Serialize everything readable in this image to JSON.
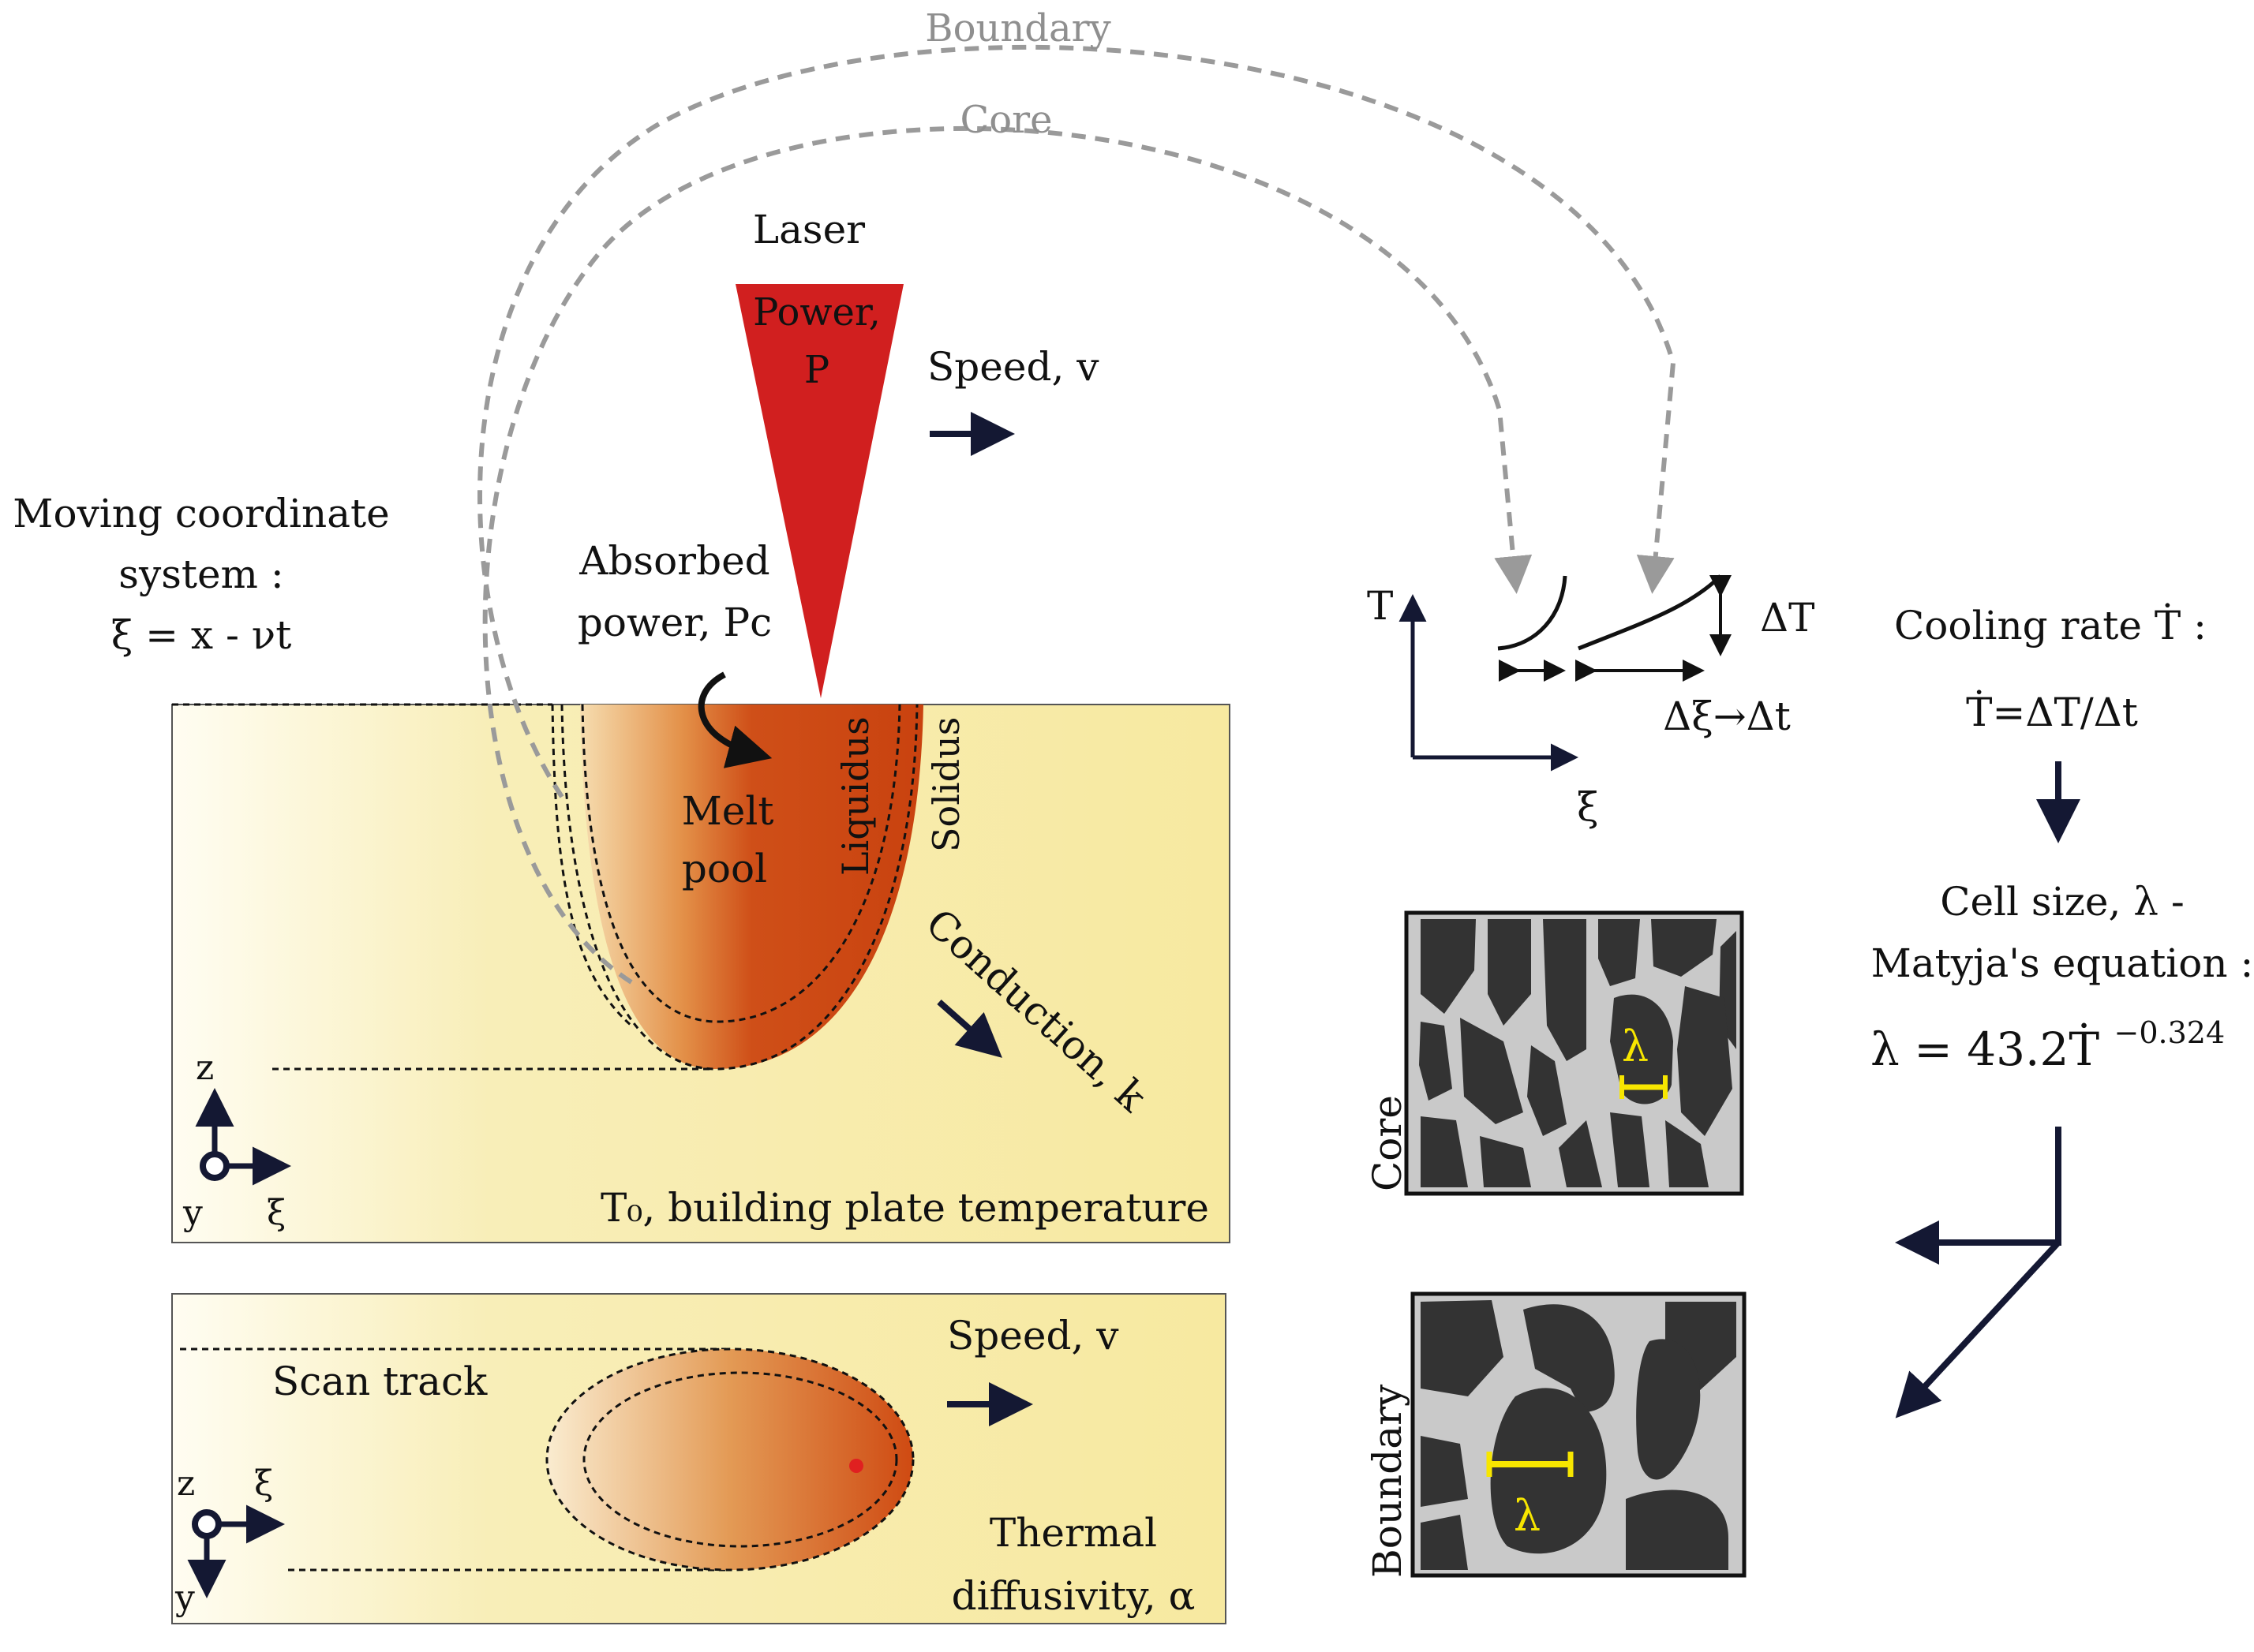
{
  "colors": {
    "plate_light": "#f7e9a0",
    "plate_white": "#fffdf2",
    "melt_dark": "#cf4a12",
    "melt_mid": "#d97a34",
    "melt_light": "#f3d6a4",
    "laser": "#d11f1f",
    "arrow_navy": "#141833",
    "dashed_gray": "#9a9a9a",
    "grain_dark": "#333333",
    "grain_bg": "#c9c9c9",
    "lambda_yellow": "#f7e600"
  },
  "labels": {
    "boundary_arc": "Boundary",
    "core_arc": "Core",
    "laser_title": "Laser",
    "laser_power_1": "Power,",
    "laser_power_2": "P",
    "speed_top": "Speed, v",
    "moving_1": "Moving coordinate",
    "moving_2": "system :",
    "moving_3": "ξ = x - νt",
    "absorbed_1": "Absorbed",
    "absorbed_2": "power, Pc",
    "melt_1": "Melt",
    "melt_2": "pool",
    "liquidus": "Liquidus",
    "solidus": "Solidus",
    "conduction": "Conduction, k",
    "axis_z": "z",
    "axis_y": "y",
    "axis_xi": "ξ",
    "t0_label": "T₀, building plate temperature",
    "scan_track": "Scan track",
    "speed_bottom": "Speed, v",
    "thermal_1": "Thermal",
    "thermal_2": "diffusivity, α",
    "graph_T": "T",
    "graph_xi": "ξ",
    "delta_T": "ΔT",
    "delta_xi": "Δξ→Δt",
    "cooling_1": "Cooling rate Ṫ :",
    "cooling_2": "Ṫ=ΔT/Δt",
    "cell_1": "Cell size, λ  -",
    "cell_2": "Matyja's equation :",
    "equation": "λ = 43.2Ṫ",
    "equation_exp": "−0.324",
    "micro_core": "Core",
    "micro_boundary": "Boundary",
    "lambda": "λ"
  }
}
